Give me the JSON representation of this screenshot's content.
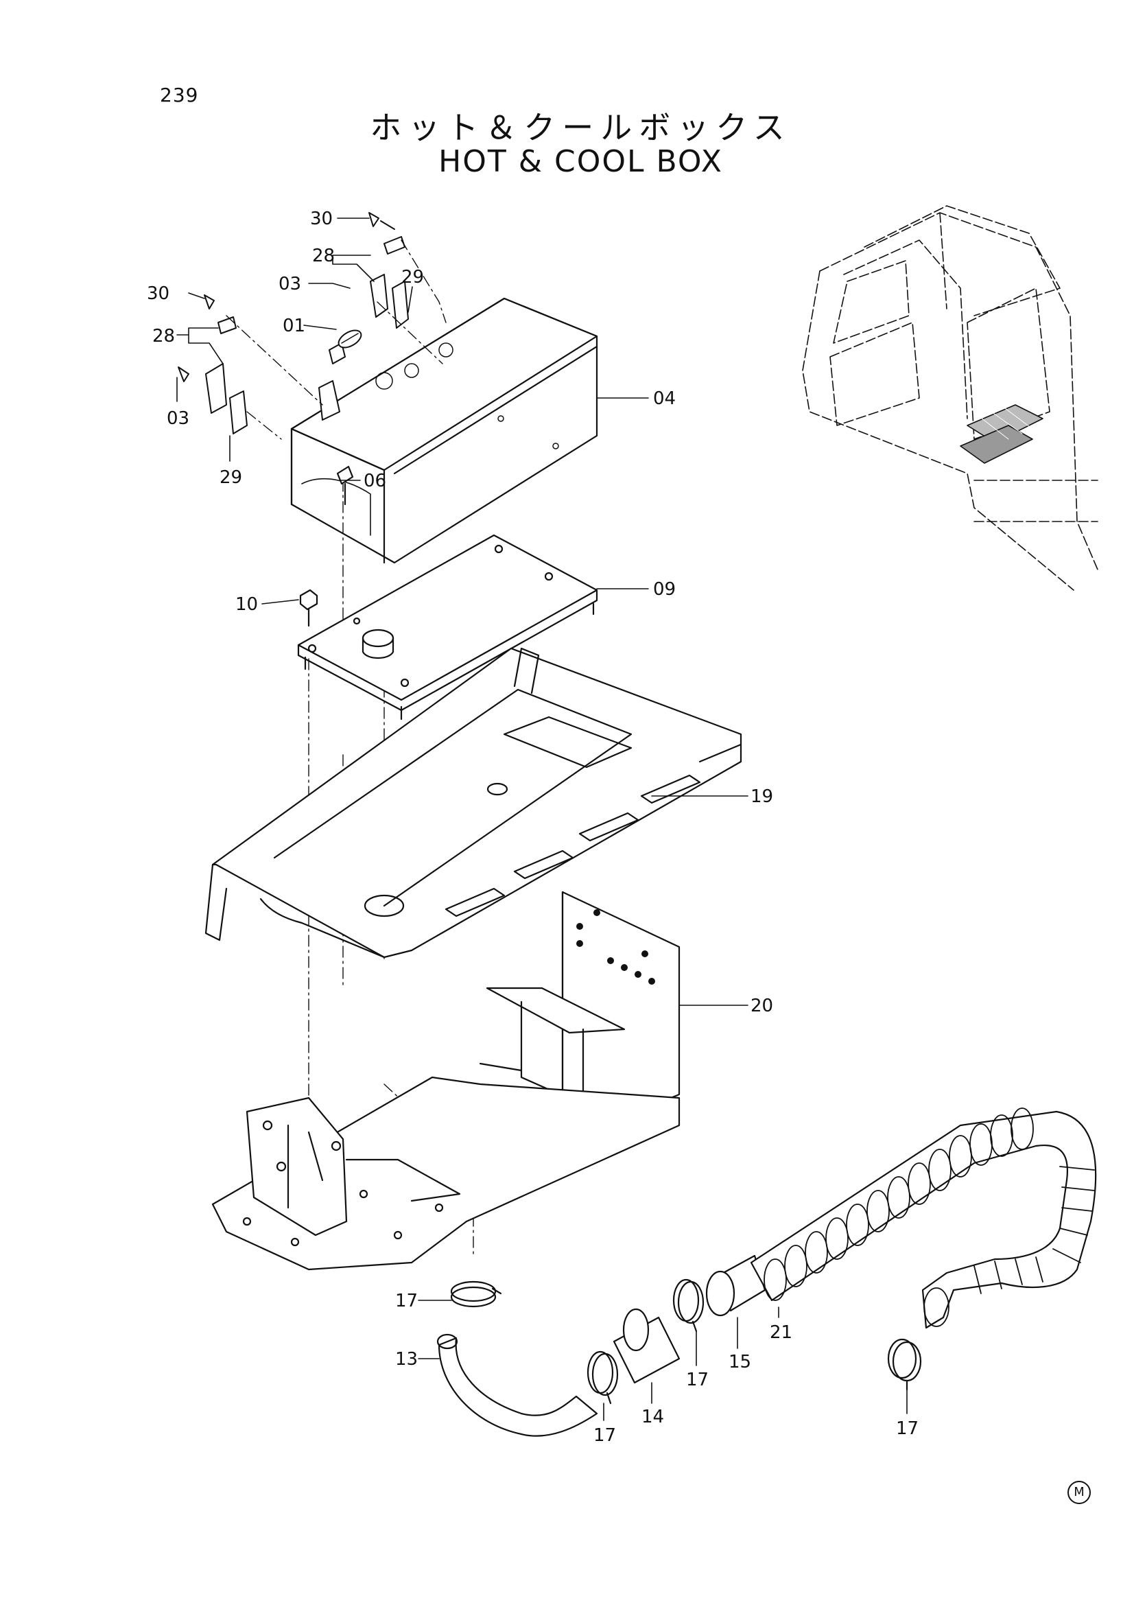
{
  "page_number": "239",
  "title_jp": "ホット＆クールボックス",
  "title_en": "HOT & COOL  BOX",
  "mark": "M",
  "callouts": {
    "c30a": "30",
    "c28a": "28",
    "c03a": "03",
    "c29a": "29",
    "c30b": "30",
    "c28b": "28",
    "c03b": "03",
    "c29b": "29",
    "c01": "01",
    "c04": "04",
    "c06": "06",
    "c09": "09",
    "c10": "10",
    "c19": "19",
    "c20": "20",
    "c17a": "17",
    "c13": "13",
    "c17b": "17",
    "c14": "14",
    "c17c": "17",
    "c15": "15",
    "c21": "21",
    "c17d": "17"
  }
}
